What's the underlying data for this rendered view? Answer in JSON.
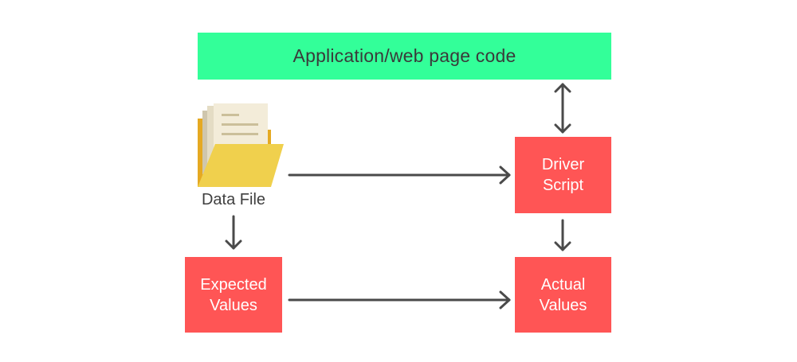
{
  "nodes": {
    "app": "Application/web page code",
    "driver": "Driver\nScript",
    "actual": "Actual\nValues",
    "expected": "Expected\nValues",
    "data_file": "Data File"
  },
  "colors": {
    "app_box": "#33ff99",
    "red_box": "#ff5555",
    "arrow": "#4a4a4a",
    "folder_back": "#e5a922",
    "folder_front": "#f0d04d",
    "paper": "#f3ecd9"
  },
  "icons": [
    "folder-with-documents-icon"
  ]
}
